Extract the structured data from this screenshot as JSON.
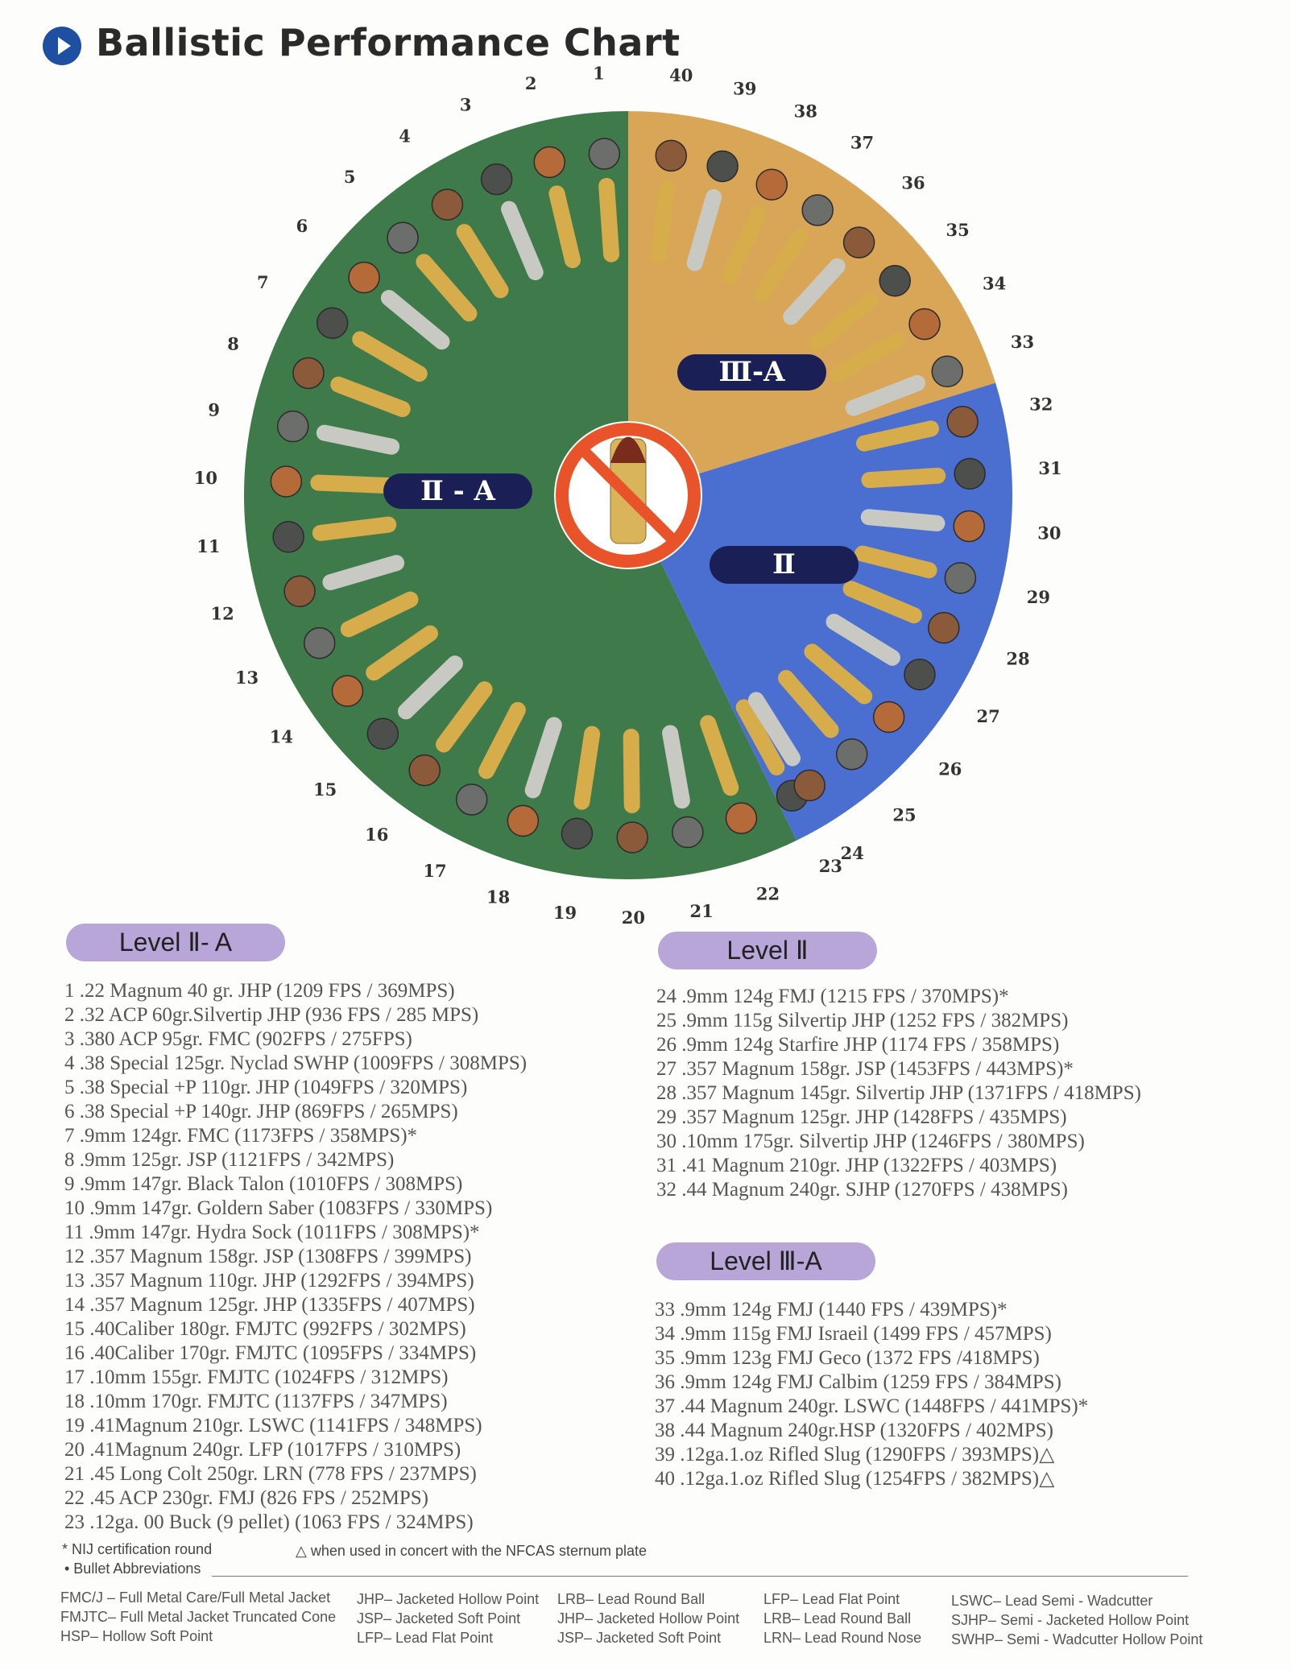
{
  "title": "Ballistic Performance Chart",
  "wheel": {
    "sector_labels": {
      "iia": "Ⅱ - A",
      "iiia": "Ⅲ-A",
      "ii": "Ⅱ"
    },
    "numbers": [
      "1",
      "2",
      "3",
      "4",
      "5",
      "6",
      "7",
      "8",
      "9",
      "10",
      "11",
      "12",
      "13",
      "14",
      "15",
      "16",
      "17",
      "18",
      "19",
      "20",
      "21",
      "22",
      "23",
      "24",
      "25",
      "26",
      "27",
      "28",
      "29",
      "30",
      "31",
      "32",
      "33",
      "34",
      "35",
      "36",
      "37",
      "38",
      "39",
      "40"
    ],
    "colors": {
      "iia": "#3f7a4a",
      "iiia": "#d9a557",
      "ii": "#4a6fd0",
      "no_symbol": "#e8532a"
    }
  },
  "levels": [
    {
      "title": "Level Ⅱ- A",
      "items": [
        "1 .22 Magnum 40 gr. JHP (1209 FPS / 369MPS)",
        "2 .32 ACP 60gr.Silvertip JHP (936 FPS / 285 MPS)",
        "3 .380 ACP 95gr. FMC (902FPS / 275FPS)",
        "4 .38 Special 125gr. Nyclad SWHP (1009FPS / 308MPS)",
        "5 .38 Special +P 110gr. JHP (1049FPS / 320MPS)",
        "6 .38 Special +P 140gr. JHP (869FPS / 265MPS)",
        "7 .9mm 124gr. FMC (1173FPS / 358MPS)*",
        "8 .9mm 125gr. JSP (1121FPS / 342MPS)",
        "9 .9mm 147gr. Black Talon (1010FPS / 308MPS)",
        "10 .9mm 147gr. Goldern Saber (1083FPS / 330MPS)",
        "11 .9mm 147gr. Hydra Sock (1011FPS / 308MPS)*",
        "12 .357 Magnum 158gr. JSP (1308FPS / 399MPS)",
        "13 .357 Magnum 110gr. JHP (1292FPS / 394MPS)",
        "14 .357 Magnum 125gr. JHP (1335FPS / 407MPS)",
        "15 .40Caliber 180gr. FMJTC (992FPS / 302MPS)",
        "16 .40Caliber 170gr. FMJTC (1095FPS / 334MPS)",
        "17 .10mm 155gr. FMJTC (1024FPS / 312MPS)",
        "18 .10mm 170gr. FMJTC (1137FPS / 347MPS)",
        "19 .41Magnum 210gr. LSWC (1141FPS / 348MPS)",
        "20 .41Magnum 240gr. LFP (1017FPS / 310MPS)",
        "21 .45 Long Colt 250gr. LRN (778 FPS / 237MPS)",
        "22 .45 ACP 230gr. FMJ (826 FPS / 252MPS)",
        "23 .12ga. 00 Buck (9 pellet) (1063 FPS / 324MPS)"
      ]
    },
    {
      "title": "Level Ⅱ",
      "items": [
        "24 .9mm 124g FMJ (1215 FPS / 370MPS)*",
        "25 .9mm 115g Silvertip JHP (1252 FPS / 382MPS)",
        "26 .9mm 124g Starfire JHP (1174 FPS / 358MPS)",
        "27 .357 Magnum 158gr. JSP (1453FPS / 443MPS)*",
        "28 .357 Magnum 145gr. Silvertip JHP (1371FPS / 418MPS)",
        "29 .357 Magnum 125gr.  JHP (1428FPS / 435MPS)",
        "30 .10mm 175gr. Silvertip JHP (1246FPS / 380MPS)",
        "31 .41 Magnum 210gr. JHP (1322FPS / 403MPS)",
        "32 .44 Magnum 240gr. SJHP (1270FPS / 438MPS)"
      ]
    },
    {
      "title": "Level Ⅲ-A",
      "items": [
        "33 .9mm 124g FMJ (1440 FPS / 439MPS)*",
        "34 .9mm 115g FMJ Israeil (1499 FPS / 457MPS)",
        "35 .9mm 123g FMJ Geco (1372 FPS /418MPS)",
        "36 .9mm 124g FMJ Calbim (1259 FPS / 384MPS)",
        "37 .44 Magnum 240gr. LSWC (1448FPS / 441MPS)*",
        "38 .44 Magnum 240gr.HSP (1320FPS / 402MPS)",
        "39 .12ga.1.oz Rifled Slug (1290FPS / 393MPS)△",
        "40 .12ga.1.oz Rifled Slug (1254FPS / 382MPS)△"
      ]
    }
  ],
  "footnotes": {
    "nij": "* NIJ certification round",
    "nfcas": "△ when used in concert with the NFCAS sternum plate",
    "abbr_heading": "• Bullet Abbreviations"
  },
  "abbreviations": [
    [
      "FMC/J – Full Metal Care/Full Metal Jacket",
      "FMJTC– Full Metal Jacket Truncated Cone",
      "HSP– Hollow Soft Point"
    ],
    [
      "JHP– Jacketed Hollow Point",
      "JSP– Jacketed Soft Point",
      "LFP– Lead Flat Point"
    ],
    [
      "LRB– Lead Round Ball",
      "JHP– Jacketed Hollow Point",
      "JSP– Jacketed Soft Point"
    ],
    [
      "LFP– Lead Flat Point",
      "LRB– Lead Round Ball",
      "LRN– Lead Round Nose"
    ],
    [
      "LSWC– Lead Semi - Wadcutter",
      "SJHP– Semi - Jacketed Hollow Point",
      "SWHP– Semi - Wadcutter Hollow Point"
    ]
  ]
}
